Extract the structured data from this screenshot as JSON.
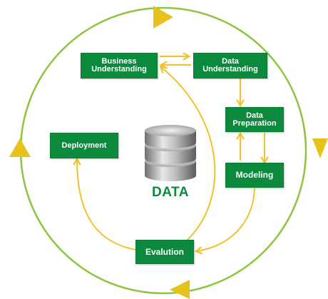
{
  "colors": {
    "box_fill": "#0b8a3e",
    "arrow": "#f2c12e",
    "cycle_ring": "#8cc63f",
    "cycle_arrowhead": "#e6c21b",
    "data_text": "#0b8a3e"
  },
  "icons": {
    "database": "database-icon"
  },
  "nodes": {
    "business_understanding": [
      "Business",
      "Understanding"
    ],
    "data_understanding": [
      "Data",
      "Understanding"
    ],
    "data_preparation": [
      "Data",
      "Preparation"
    ],
    "modeling": "Modeling",
    "evaluation": "Evalution",
    "deployment": "Deployment"
  },
  "center_label": "DATA"
}
